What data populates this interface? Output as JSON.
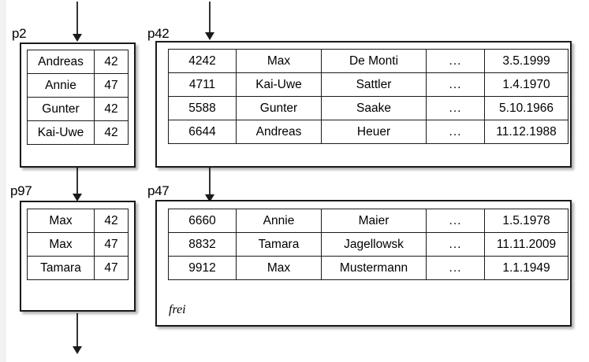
{
  "diagram": {
    "title": "B-tree index pages referencing heap data pages",
    "background_color": "#ffffff",
    "line_color": "#1a1a1a"
  },
  "pages": [
    {
      "id": "p2",
      "label": "p2",
      "kind": "index-page",
      "columns": [
        "name",
        "pointer"
      ],
      "rows": [
        {
          "name": "Andreas",
          "pointer": "42"
        },
        {
          "name": "Annie",
          "pointer": "47"
        },
        {
          "name": "Gunter",
          "pointer": "42"
        },
        {
          "name": "Kai-Uwe",
          "pointer": "42"
        }
      ]
    },
    {
      "id": "p42",
      "label": "p42",
      "kind": "data-page",
      "columns": [
        "id",
        "firstname",
        "lastname",
        "more",
        "date"
      ],
      "rows": [
        {
          "id": "4242",
          "firstname": "Max",
          "lastname": "De Monti",
          "more": "...",
          "date": "3.5.1999"
        },
        {
          "id": "4711",
          "firstname": "Kai-Uwe",
          "lastname": "Sattler",
          "more": "...",
          "date": "1.4.1970"
        },
        {
          "id": "5588",
          "firstname": "Gunter",
          "lastname": "Saake",
          "more": "...",
          "date": "5.10.1966"
        },
        {
          "id": "6644",
          "firstname": "Andreas",
          "lastname": "Heuer",
          "more": "...",
          "date": "11.12.1988"
        }
      ],
      "free_space_label": ""
    },
    {
      "id": "p97",
      "label": "p97",
      "kind": "index-page",
      "columns": [
        "name",
        "pointer"
      ],
      "rows": [
        {
          "name": "Max",
          "pointer": "42"
        },
        {
          "name": "Max",
          "pointer": "47"
        },
        {
          "name": "Tamara",
          "pointer": "47"
        }
      ]
    },
    {
      "id": "p47",
      "label": "p47",
      "kind": "data-page",
      "columns": [
        "id",
        "firstname",
        "lastname",
        "more",
        "date"
      ],
      "rows": [
        {
          "id": "6660",
          "firstname": "Annie",
          "lastname": "Maier",
          "more": "...",
          "date": "1.5.1978"
        },
        {
          "id": "8832",
          "firstname": "Tamara",
          "lastname": "Jagellowsk",
          "more": "...",
          "date": "11.11.2009"
        },
        {
          "id": "9912",
          "firstname": "Max",
          "lastname": "Mustermann",
          "more": "...",
          "date": "1.1.1949"
        }
      ],
      "free_space_label": "frei"
    }
  ],
  "arrows": [
    {
      "name": "arrow-into-p2",
      "from": "top-of-figure",
      "to": "p2"
    },
    {
      "name": "arrow-into-p42",
      "from": "top-of-figure",
      "to": "p42"
    },
    {
      "name": "arrow-p2-to-p97",
      "from": "p2",
      "to": "p97"
    },
    {
      "name": "arrow-p42-to-p47",
      "from": "p42",
      "to": "p47"
    },
    {
      "name": "arrow-out-of-p97",
      "from": "p97",
      "to": "bottom-of-figure"
    }
  ]
}
